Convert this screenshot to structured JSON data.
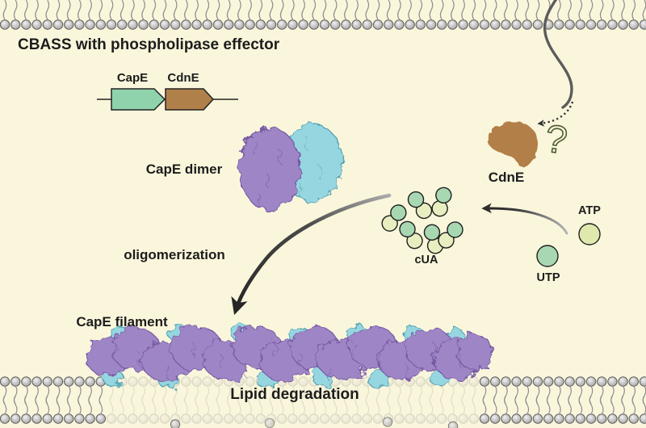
{
  "figure": {
    "title": "CBASS with phospholipase effector"
  },
  "gene_map": {
    "cape": "CapE",
    "cdne": "CdnE"
  },
  "labels": {
    "cape_dimer": "CapE dimer",
    "oligomerization": "oligomerization",
    "cdne_protein": "CdnE",
    "cua": "cUA",
    "atp": "ATP",
    "utp": "UTP",
    "cape_filament": "CapE filament",
    "lipid_degradation": "Lipid degradation",
    "unknown_trigger": "?"
  },
  "colors": {
    "background": "#faf6dc",
    "cape_gene": "#8fd3ac",
    "cdne_gene": "#b0804a",
    "gene_outline": "#222222",
    "purple_subunit": "#9e85c6",
    "purple_outline": "#73559f",
    "cyan_subunit": "#96d6e0",
    "cyan_outline": "#4f9fae",
    "cdne_protein": "#b17f47",
    "atp_fill": "#dfe9ad",
    "utp_fill": "#a8d8b2",
    "cua_green": "#a8d8b2",
    "cua_yellow": "#e9eec1",
    "molecule_outline": "#1f1f1f",
    "membrane_head": "#b4b4b4",
    "arrow_dark": "#2e2e2e",
    "phage_line": "#5c5c5c",
    "question_mark": "#4d5c31",
    "text": "#1c1c1c"
  },
  "molecules": {
    "cua_dimer_count": 6
  }
}
